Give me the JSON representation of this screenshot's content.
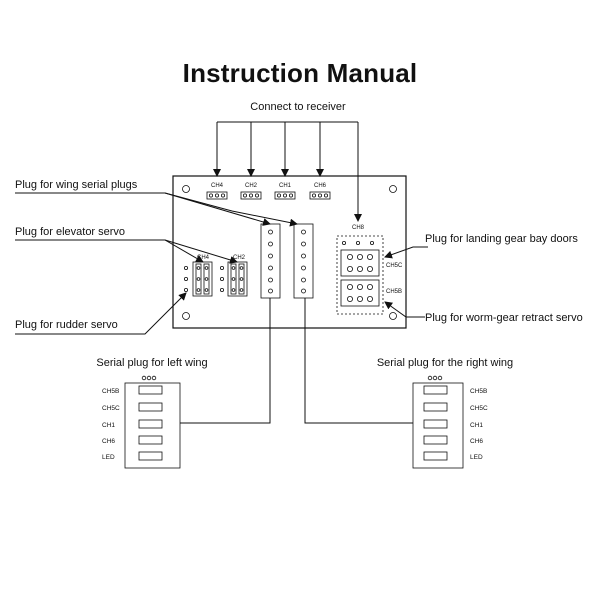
{
  "title": "Instruction Manual",
  "labels": {
    "connect_receiver": "Connect to receiver",
    "wing_serial_plugs": "Plug for wing serial plugs",
    "elevator_servo": "Plug for elevator servo",
    "rudder_servo": "Plug for rudder servo",
    "landing_gear_doors": "Plug for landing gear bay doors",
    "worm_gear": "Plug for worm-gear retract servo",
    "left_wing": "Serial plug for left wing",
    "right_wing": "Serial plug for the right wing"
  },
  "board": {
    "top_connectors": [
      "CH4",
      "CH2",
      "CH1",
      "CH6"
    ],
    "ch_top_right": "CH8",
    "ch5c": "CH5C",
    "ch5b": "CH5B",
    "elevator_tags": [
      "CH4",
      "CH2"
    ]
  },
  "left_plug_rows": [
    "CH5B",
    "CH5C",
    "CH1",
    "CH6",
    "LED"
  ],
  "right_plug_rows": [
    "CH5B",
    "CH5C",
    "CH1",
    "CH6",
    "LED"
  ]
}
